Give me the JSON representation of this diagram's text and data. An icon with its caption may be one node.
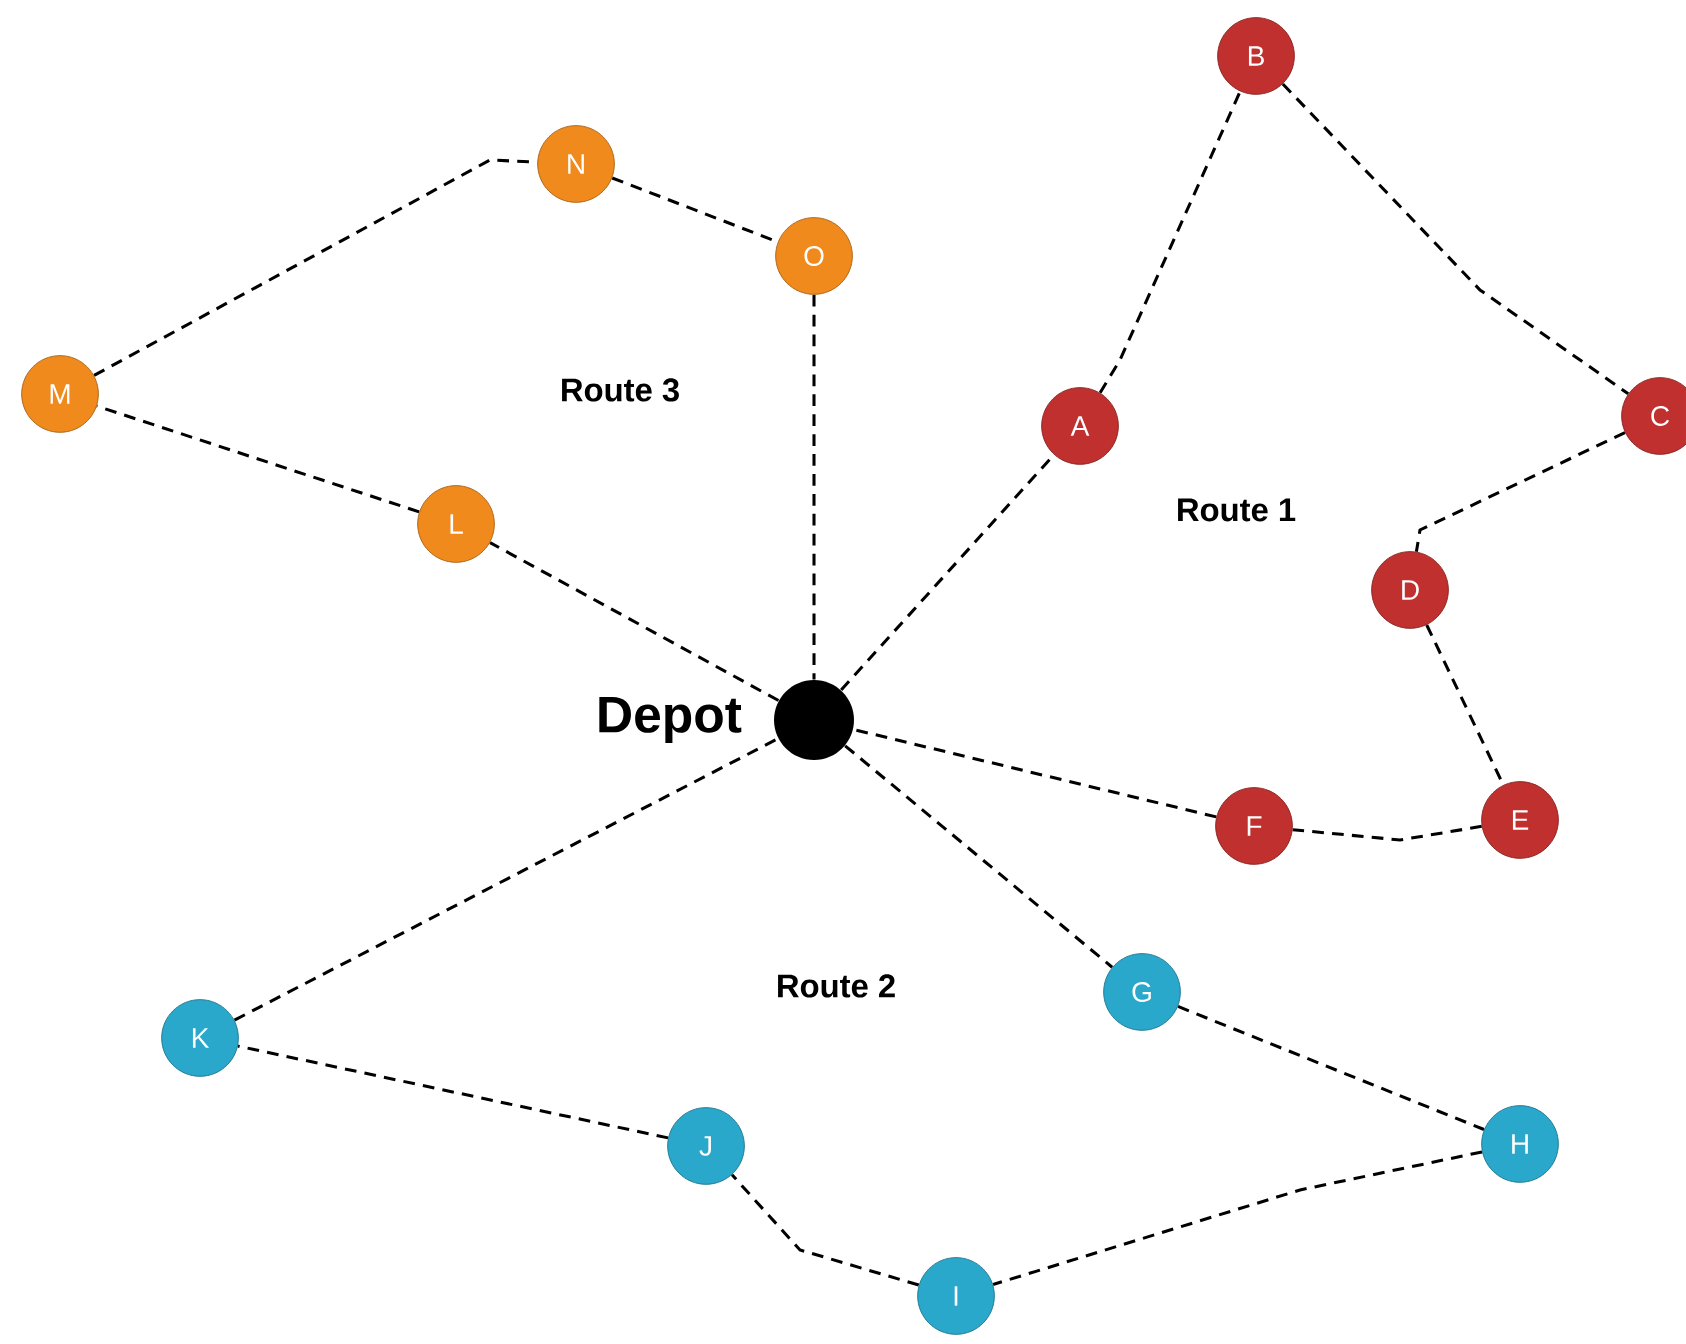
{
  "diagram": {
    "nodes": [
      {
        "text": [],
        "shape": "circle",
        "beside": [
          "Depot"
        ]
      },
      {
        "text": [
          "A"
        ]
      },
      {
        "text": [
          "B"
        ]
      },
      {
        "text": [
          "C"
        ]
      },
      {
        "text": [
          "D"
        ]
      },
      {
        "text": [
          "E"
        ]
      },
      {
        "text": [
          "F"
        ]
      },
      {
        "text": [
          "G"
        ]
      },
      {
        "text": [
          "H"
        ]
      },
      {
        "text": [
          "I"
        ]
      },
      {
        "text": [
          "J"
        ]
      },
      {
        "text": [
          "K"
        ]
      },
      {
        "text": [
          "L"
        ]
      },
      {
        "text": [
          "M"
        ]
      },
      {
        "text": [
          "N"
        ]
      },
      {
        "text": [
          "O"
        ]
      }
    ],
    "edges": [
      {
        "from": 0,
        "to": 1,
        "arrow": "none",
        "style": "dashed"
      },
      {
        "from": 1,
        "to": 2,
        "arrow": "none",
        "style": "dashed"
      },
      {
        "from": 2,
        "to": 3,
        "arrow": "none",
        "style": "dashed"
      },
      {
        "from": 3,
        "to": 4,
        "arrow": "none",
        "style": "dashed"
      },
      {
        "from": 4,
        "to": 5,
        "arrow": "none",
        "style": "dashed"
      },
      {
        "from": 5,
        "to": 6,
        "arrow": "none",
        "style": "dashed"
      },
      {
        "from": 6,
        "to": 0,
        "arrow": "none",
        "style": "dashed"
      },
      {
        "from": 0,
        "to": 7,
        "arrow": "none",
        "style": "dashed"
      },
      {
        "from": 7,
        "to": 8,
        "arrow": "none",
        "style": "dashed"
      },
      {
        "from": 8,
        "to": 9,
        "arrow": "none",
        "style": "dashed"
      },
      {
        "from": 9,
        "to": 10,
        "arrow": "none",
        "style": "dashed"
      },
      {
        "from": 10,
        "to": 11,
        "arrow": "none",
        "style": "dashed"
      },
      {
        "from": 11,
        "to": 0,
        "arrow": "none",
        "style": "dashed"
      },
      {
        "from": 0,
        "to": 12,
        "arrow": "none",
        "style": "dashed"
      },
      {
        "from": 12,
        "to": 13,
        "arrow": "none",
        "style": "dashed"
      },
      {
        "from": 13,
        "to": 14,
        "arrow": "none",
        "style": "dashed"
      },
      {
        "from": 14,
        "to": 15,
        "arrow": "none",
        "style": "dashed"
      },
      {
        "from": 15,
        "to": 0,
        "arrow": "none",
        "style": "dashed"
      }
    ],
    "labels": [
      "Route 3",
      "Route 1",
      "Route 2"
    ]
  }
}
